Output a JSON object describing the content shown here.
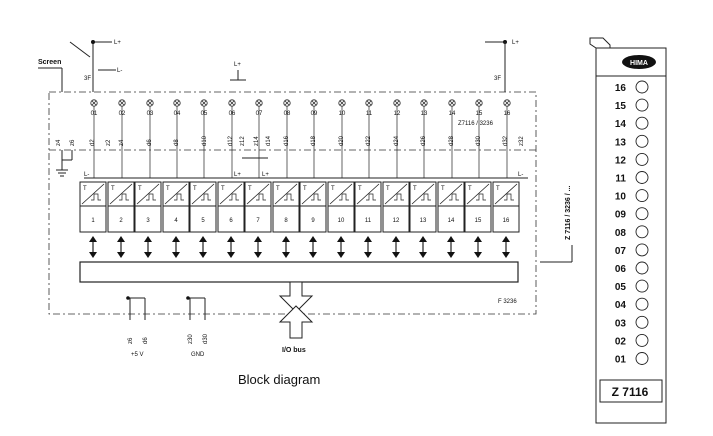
{
  "labels": {
    "screen": "Screen",
    "lplus": "L+",
    "lminus": "L-",
    "fuse": "3F",
    "module_ref": "Z7116 / 3236",
    "board_ref": "F 3236",
    "io_bus": "I/O bus",
    "plus5v": "+5 V",
    "gnd": "GND",
    "caption": "Block diagram",
    "channel_type": "T"
  },
  "terminals_top": [
    "01",
    "02",
    "03",
    "04",
    "05",
    "06",
    "07",
    "08",
    "09",
    "10",
    "11",
    "12",
    "13",
    "14",
    "15",
    "16"
  ],
  "pins_left": [
    "z4",
    "z6"
  ],
  "pins_channels": [
    "d2",
    "z2",
    "z4",
    "d6",
    "d8",
    "d10",
    "d12",
    "z12",
    "z14",
    "d14",
    "d16",
    "d18",
    "d20",
    "d22",
    "d24",
    "d26",
    "d28",
    "d30",
    "d32",
    "z32"
  ],
  "pins_power": [
    "z6",
    "d6"
  ],
  "pins_gnd": [
    "z30",
    "d30"
  ],
  "channels": [
    "1",
    "2",
    "3",
    "4",
    "5",
    "6",
    "7",
    "8",
    "9",
    "10",
    "11",
    "12",
    "13",
    "14",
    "15",
    "16"
  ],
  "front_panel": {
    "brand": "HIMA",
    "side_label": "Z 7116 / 3236 / ...",
    "title": "Z 7116",
    "leds": [
      "16",
      "15",
      "14",
      "13",
      "12",
      "11",
      "10",
      "09",
      "08",
      "07",
      "06",
      "05",
      "04",
      "03",
      "02",
      "01"
    ]
  }
}
